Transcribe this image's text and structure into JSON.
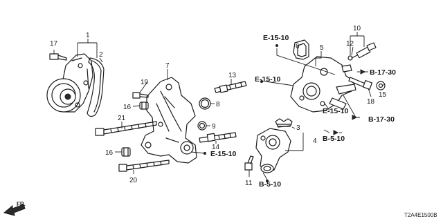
{
  "callouts": {
    "c1": "1",
    "c2": "2",
    "c3": "3",
    "c4": "4",
    "c5": "5",
    "c6": "6",
    "c7": "7",
    "c8": "8",
    "c9": "9",
    "c10": "10",
    "c11": "11",
    "c12": "12",
    "c13": "13",
    "c14": "14",
    "c15": "15",
    "c16a": "16",
    "c16b": "16",
    "c17": "17",
    "c18": "18",
    "c19": "19",
    "c20": "20",
    "c21": "21"
  },
  "references": {
    "e1510_top": "E-15-10",
    "e1510_mid": "E-15-10",
    "e1510_housing": "E-15-10",
    "e1510_bracket": "E-15-10",
    "b1730_top": "B-17-30",
    "b1730_bot": "B-17-30",
    "b510_right": "B-5-10",
    "b510_bottom": "B-5-10"
  },
  "direction_label": "FR.",
  "diagram_code": "T2A4E1500B"
}
